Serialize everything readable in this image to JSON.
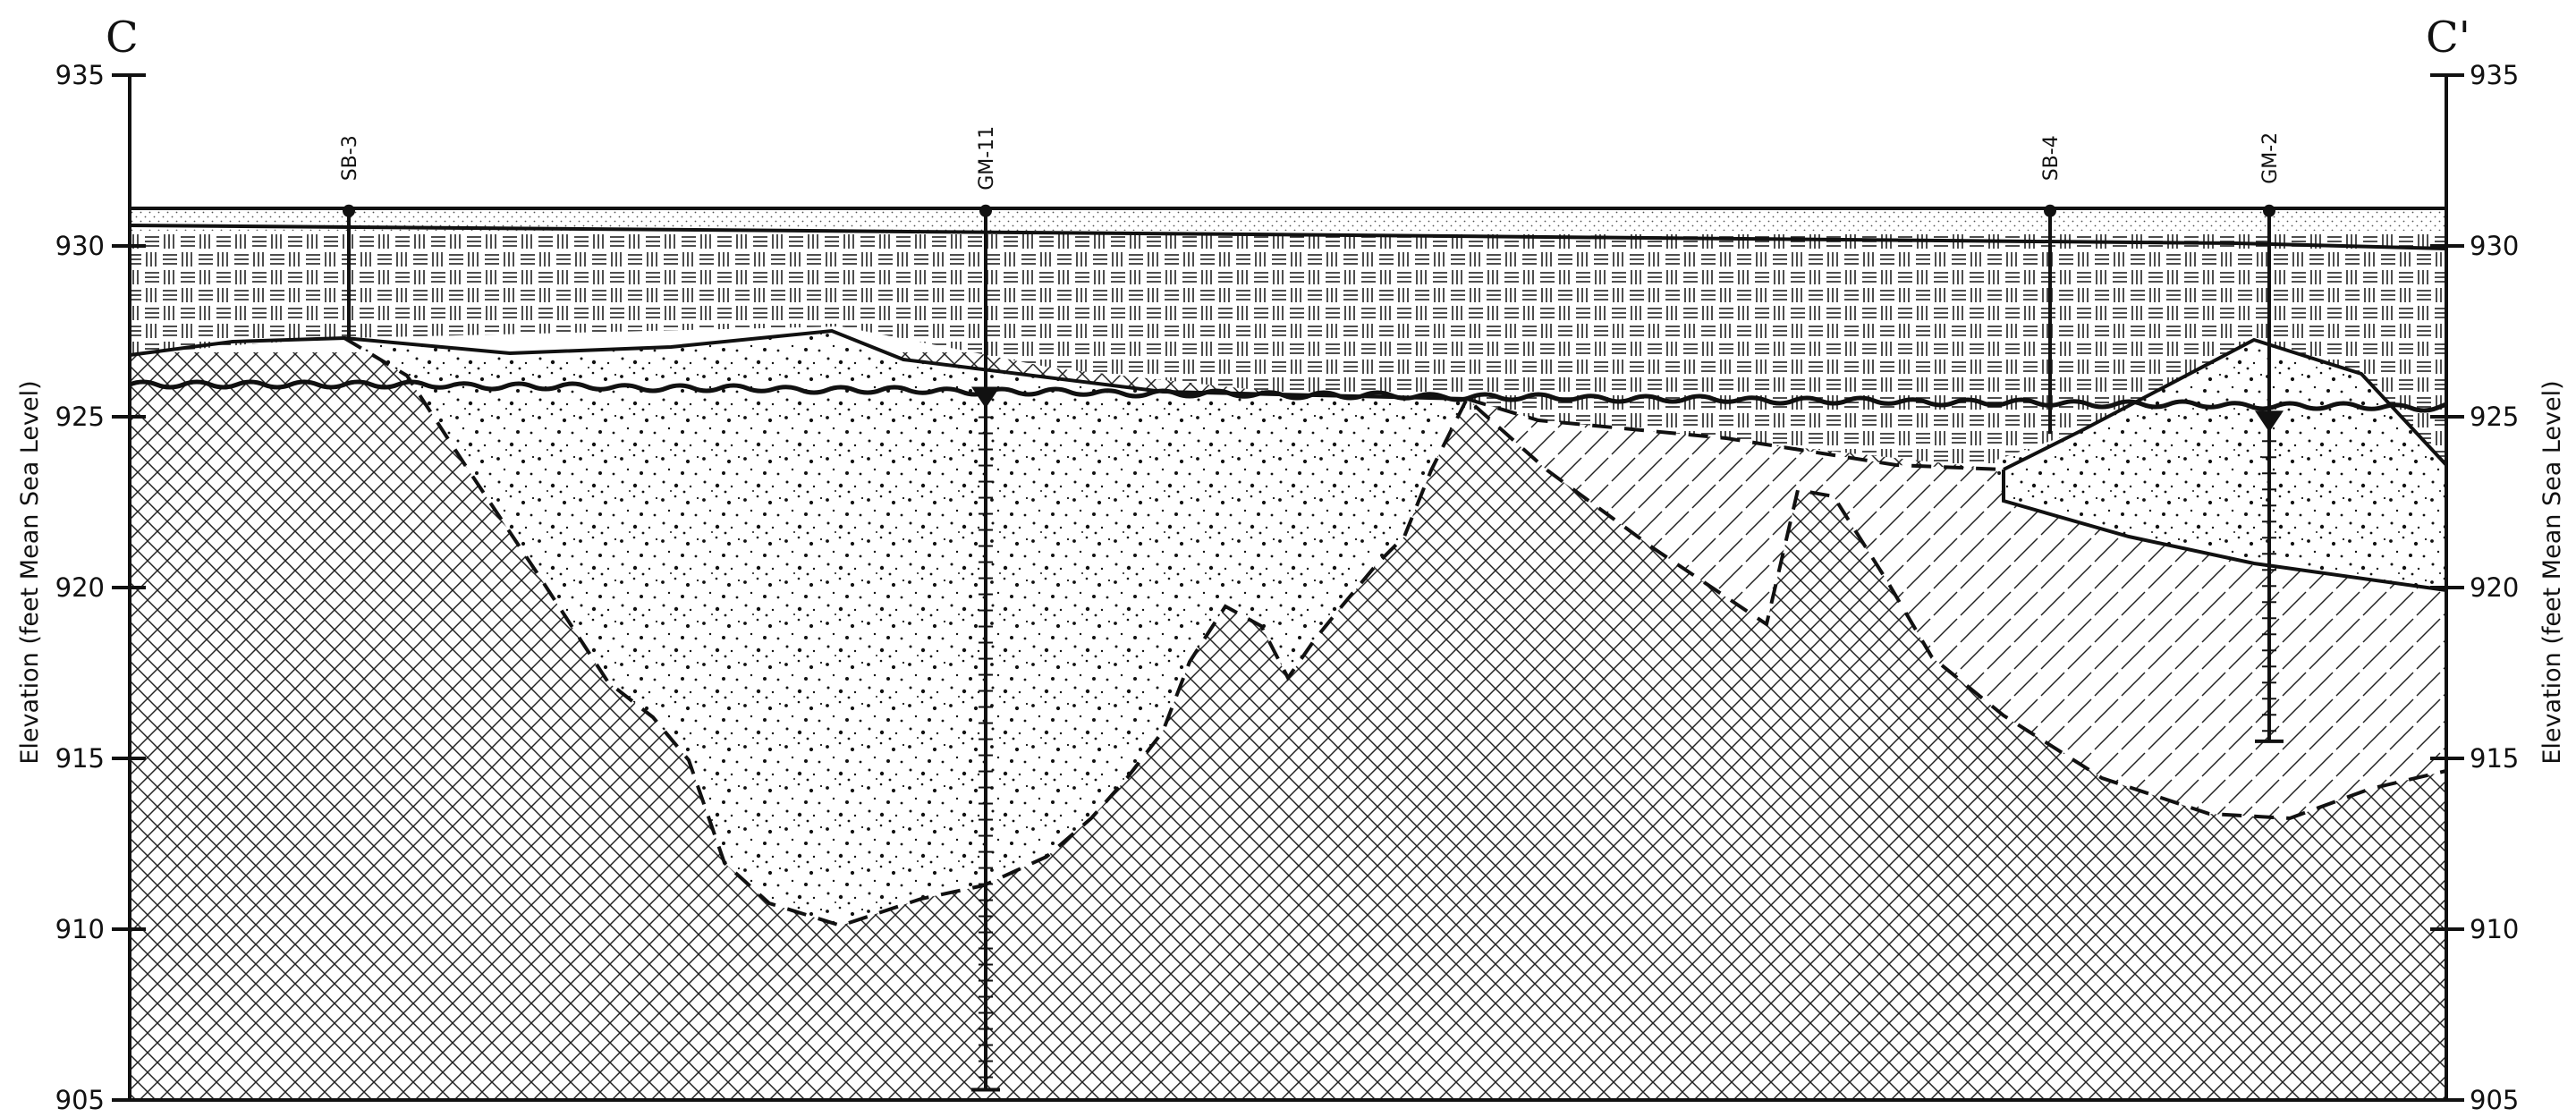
{
  "section": {
    "start_label": "C",
    "end_label": "C'"
  },
  "axes": {
    "left_label": "Elevation (feet Mean Sea Level)",
    "right_label": "Elevation (feet Mean Sea Level)",
    "range": [
      905,
      935
    ],
    "tick_step": 5,
    "ticks": [
      "935",
      "930",
      "925",
      "920",
      "915",
      "910",
      "905"
    ]
  },
  "borings": [
    {
      "id": "SB-3",
      "label": "SB-3",
      "type": "soil boring",
      "top_elev": 931.0,
      "bottom_elev": 927.2,
      "water_level": null
    },
    {
      "id": "GM-11",
      "label": "GM-11",
      "type": "monitoring well",
      "top_elev": 931.0,
      "bottom_elev": 905.3,
      "water_level": 925.3
    },
    {
      "id": "SB-4",
      "label": "SB-4",
      "type": "soil boring",
      "top_elev": 931.0,
      "bottom_elev": 924.5,
      "water_level": null
    },
    {
      "id": "GM-2",
      "label": "GM-2",
      "type": "monitoring well",
      "top_elev": 931.0,
      "bottom_elev": 915.5,
      "water_level": 924.6
    }
  ],
  "colors": {
    "line": "#111111",
    "background": "#ffffff",
    "fill_sand": "#111111"
  }
}
